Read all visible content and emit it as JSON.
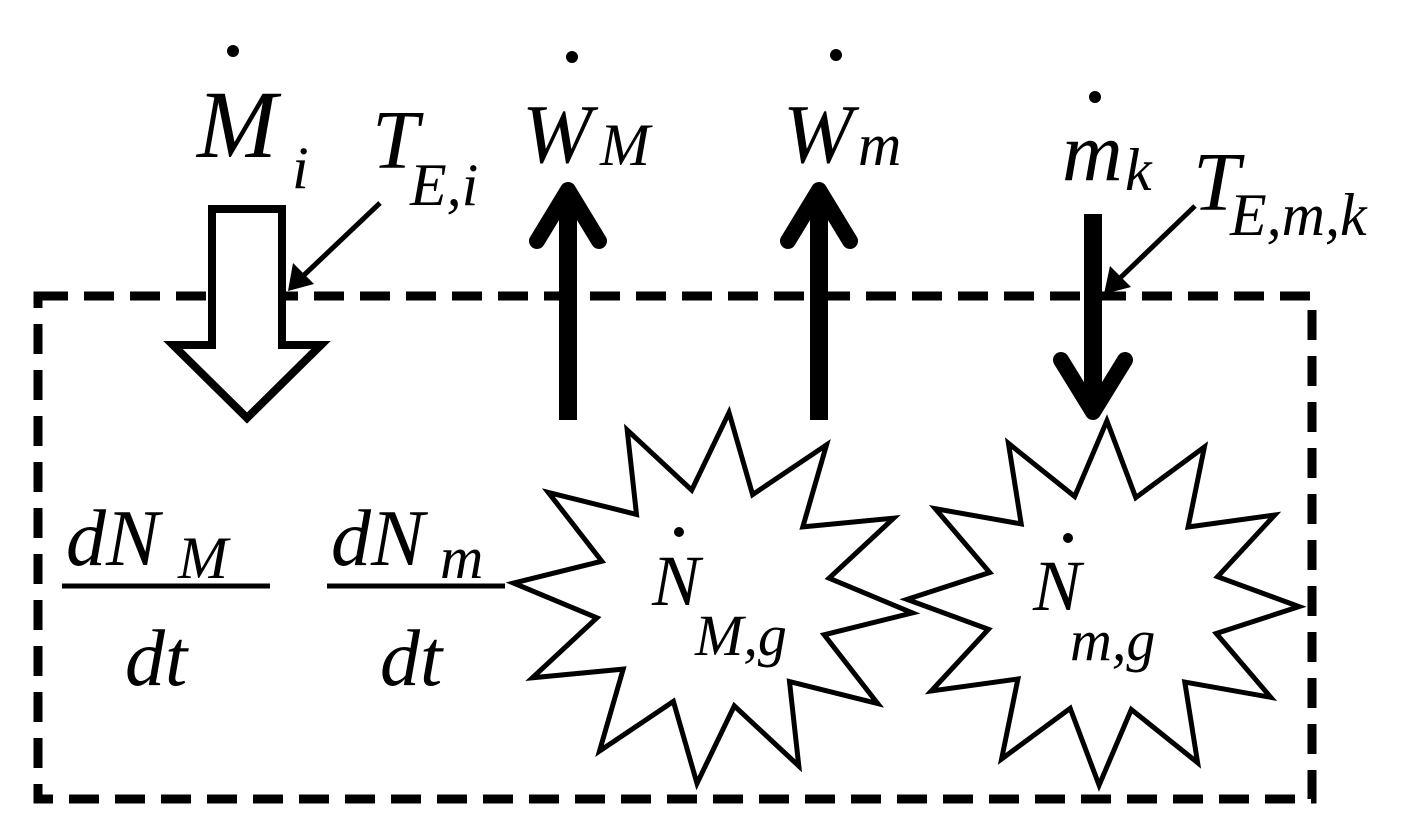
{
  "symbols": {
    "mass_in": {
      "base": "M",
      "sub": "i"
    },
    "temp_in": {
      "base": "T",
      "sub": "E,i"
    },
    "work_M": {
      "base": "W",
      "sub": "M"
    },
    "work_m": {
      "base": "W",
      "sub": "m"
    },
    "mass_k": {
      "base": "m",
      "sub": "k"
    },
    "temp_k": {
      "base": "T",
      "sub": "E,m,k"
    }
  },
  "fractions": [
    {
      "num_base": "dN",
      "num_sub": "M",
      "den": "dt"
    },
    {
      "num_base": "dN",
      "num_sub": "m",
      "den": "dt"
    }
  ],
  "generation": [
    {
      "base": "N",
      "sub": "M,g"
    },
    {
      "base": "N",
      "sub": "m,g"
    }
  ]
}
